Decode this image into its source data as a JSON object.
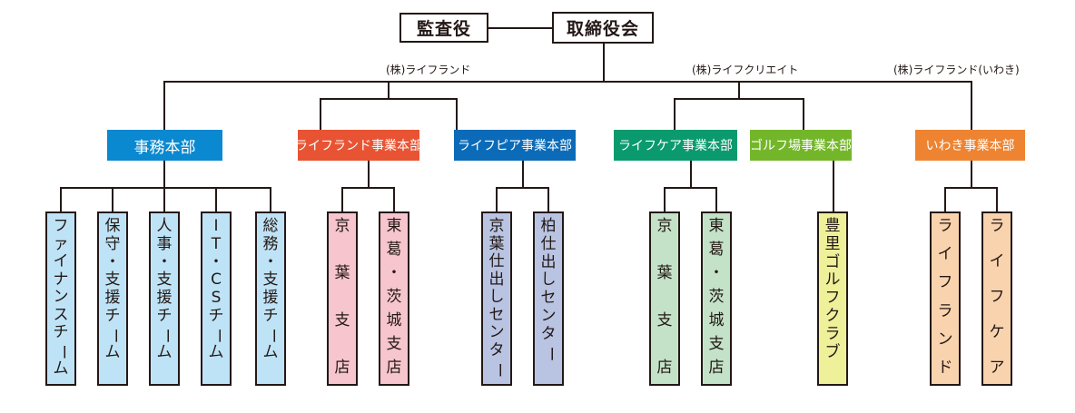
{
  "top": {
    "auditor": "監査役",
    "board": "取締役会"
  },
  "companies": [
    {
      "name": "(株)ライフランド"
    },
    {
      "name": "(株)ライフクリエイト"
    },
    {
      "name": "(株)ライフランド(いわき)"
    }
  ],
  "colors": {
    "line": "#231815",
    "admin": "#0a88d0",
    "lifeland": "#e85433",
    "lifepia": "#0b6bb8",
    "lifecare": "#0a9a6e",
    "golf": "#74b62a",
    "iwaki": "#ee8432",
    "leaf_admin": "#bfe3f6",
    "leaf_lifeland": "#f6c5ce",
    "leaf_lifepia": "#b9c4e3",
    "leaf_lifecare": "#c3e2c8",
    "leaf_golf": "#eef09a",
    "leaf_iwaki": "#f8d3ad"
  },
  "departments": [
    {
      "name": "事務本部",
      "units": [
        {
          "chars": [
            "フ",
            "ァ",
            "イ",
            "ナ",
            "ン",
            "ス",
            "チ",
            "ー",
            "ム"
          ]
        },
        {
          "chars": [
            "保",
            "守",
            "・",
            "支",
            "援",
            "チ",
            "ー",
            "ム"
          ]
        },
        {
          "chars": [
            "人",
            "事",
            "・",
            "支",
            "援",
            "チ",
            "ー",
            "ム"
          ]
        },
        {
          "chars": [
            "I",
            "T",
            "・",
            "C",
            "S",
            "チ",
            "ー",
            "ム"
          ]
        },
        {
          "chars": [
            "総",
            "務",
            "・",
            "支",
            "援",
            "チ",
            "ー",
            "ム"
          ]
        }
      ]
    },
    {
      "name": "ライフランド事業本部",
      "units": [
        {
          "chars": [
            "京",
            "葉",
            "支",
            "店"
          ]
        },
        {
          "chars": [
            "東",
            "葛",
            "・",
            "茨",
            "城",
            "支",
            "店"
          ]
        }
      ]
    },
    {
      "name": "ライフピア事業本部",
      "units": [
        {
          "chars": [
            "京",
            "葉",
            "仕",
            "出",
            "し",
            "セ",
            "ン",
            "タ",
            "ー"
          ]
        },
        {
          "chars": [
            "柏",
            "仕",
            "出",
            "し",
            "セ",
            "ン",
            "タ",
            "ー"
          ]
        }
      ]
    },
    {
      "name": "ライフケア事業本部",
      "units": [
        {
          "chars": [
            "京",
            "葉",
            "支",
            "店"
          ]
        },
        {
          "chars": [
            "東",
            "葛",
            "・",
            "茨",
            "城",
            "支",
            "店"
          ]
        }
      ]
    },
    {
      "name": "ゴルフ場事業本部",
      "units": [
        {
          "chars": [
            "豊",
            "里",
            "ゴ",
            "ル",
            "フ",
            "ク",
            "ラ",
            "ブ"
          ]
        }
      ]
    },
    {
      "name": "いわき事業本部",
      "units": [
        {
          "chars": [
            "ラ",
            "イ",
            "フ",
            "ラ",
            "ン",
            "ド"
          ]
        },
        {
          "chars": [
            "ラ",
            "イ",
            "フ",
            "ケ",
            "ア"
          ]
        }
      ]
    }
  ]
}
